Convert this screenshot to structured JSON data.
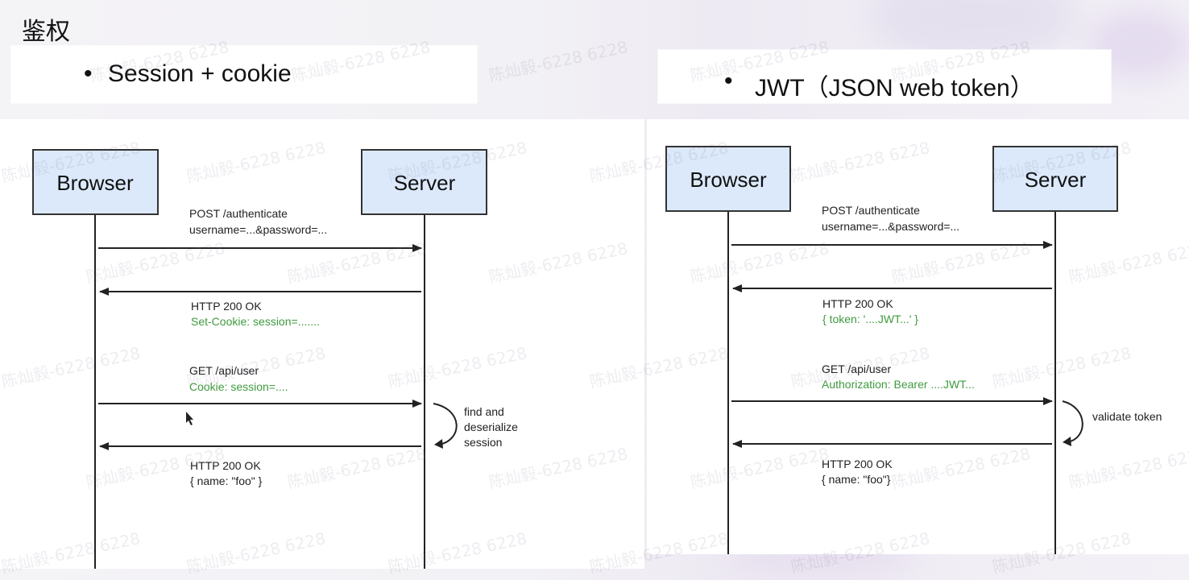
{
  "title": "鉴权",
  "left": {
    "bullet": "Session + cookie",
    "browser": "Browser",
    "server": "Server",
    "req1_line1": "POST /authenticate",
    "req1_line2": "username=...&password=...",
    "res1_line1": "HTTP 200 OK",
    "res1_line2": "Set-Cookie: session=.......",
    "req2_line1": "GET /api/user",
    "req2_line2": "Cookie: session=....",
    "note_line1": "find and",
    "note_line2": "deserialize",
    "note_line3": "session",
    "res2_line1": "HTTP 200 OK",
    "res2_line2": "{  name: \"foo\" }"
  },
  "right": {
    "bullet": "JWT（JSON web token）",
    "browser": "Browser",
    "server": "Server",
    "req1_line1": "POST /authenticate",
    "req1_line2": "username=...&password=...",
    "res1_line1": "HTTP 200 OK",
    "res1_line2": "{ token: '....JWT...' }",
    "req2_line1": "GET /api/user",
    "req2_line2": "Authorization: Bearer ....JWT...",
    "note_line1": "validate token",
    "res2_line1": "HTTP 200 OK",
    "res2_line2": "{ name: \"foo\"}"
  },
  "watermark": "陈灿毅-6228 6228",
  "colors": {
    "box_fill": "#dbe9fb",
    "green_text": "#3f9a3f",
    "line": "#222222"
  }
}
